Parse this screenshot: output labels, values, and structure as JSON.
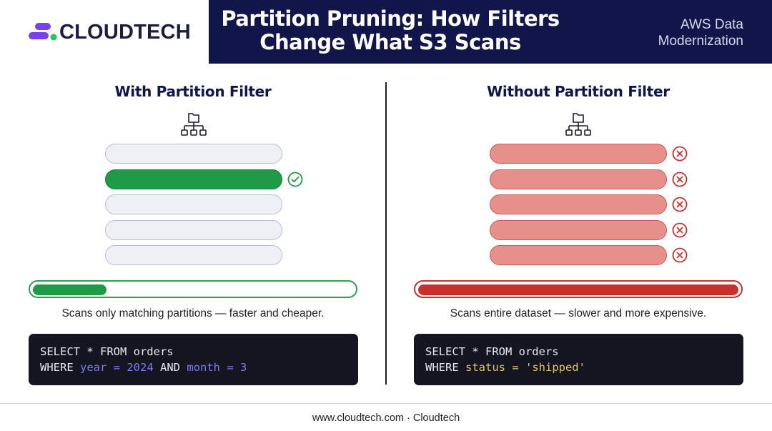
{
  "brand": {
    "name": "CLOUDTECH",
    "accent": "#7a3ff2",
    "accent2": "#22c55e"
  },
  "header": {
    "title_lines": [
      "Partition Pruning: How Filters",
      "Change What S3 Scans"
    ],
    "tag_lines": [
      "AWS Data",
      "Modernization"
    ],
    "band_color": "#12154a"
  },
  "left": {
    "title": "With Partition Filter",
    "icon": "folder-tree-icon",
    "partitions": [
      {
        "state": "idle"
      },
      {
        "state": "active",
        "marker": "check-circle-icon"
      },
      {
        "state": "idle"
      },
      {
        "state": "idle"
      },
      {
        "state": "idle"
      }
    ],
    "scan_fraction": 0.23,
    "scan_color": "#1f9a46",
    "caption": "Scans only matching partitions — faster and cheaper.",
    "code": {
      "line1": "SELECT * FROM orders",
      "line2_kw": "WHERE ",
      "line2_a": "year = 2024",
      "line2_and": " AND ",
      "line2_b": "month = 3"
    }
  },
  "right": {
    "title": "Without Partition Filter",
    "icon": "folder-tree-icon",
    "partitions": [
      {
        "state": "error",
        "marker": "x-circle-icon"
      },
      {
        "state": "error",
        "marker": "x-circle-icon"
      },
      {
        "state": "error",
        "marker": "x-circle-icon"
      },
      {
        "state": "error",
        "marker": "x-circle-icon"
      },
      {
        "state": "error",
        "marker": "x-circle-icon"
      }
    ],
    "scan_fraction": 1.0,
    "scan_color": "#c8302c",
    "caption": "Scans entire dataset — slower and more expensive.",
    "code": {
      "line1": "SELECT * FROM orders",
      "line2_kw": "WHERE ",
      "line2_a": "status = 'shipped'"
    }
  },
  "footer": {
    "text": "www.cloudtech.com · Cloudtech"
  }
}
